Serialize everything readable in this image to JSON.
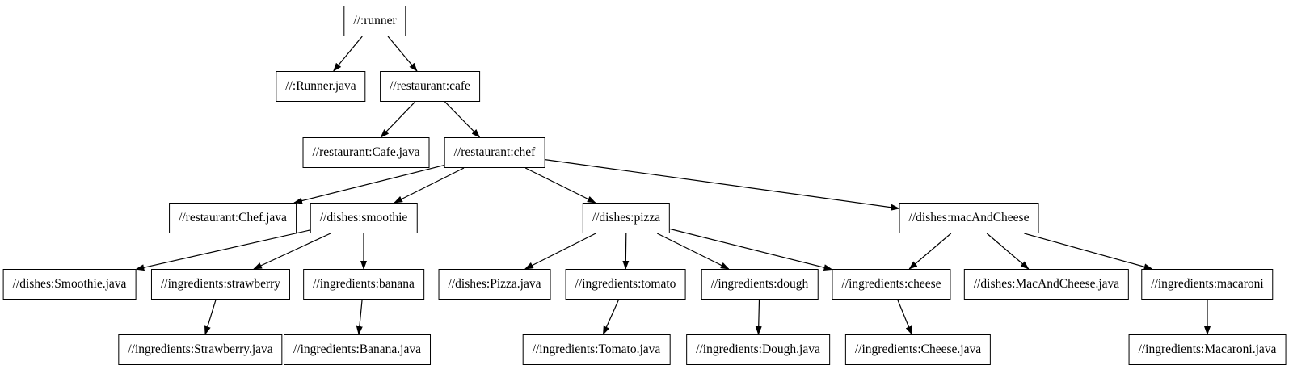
{
  "diagram": {
    "kind": "dependency-graph",
    "background_color": "#ffffff",
    "node_fill_color": "#ffffff",
    "node_border_color": "#000000",
    "edge_color": "#000000",
    "text_color": "#000000"
  },
  "nodes": [
    {
      "id": "runner",
      "label": "//:runner"
    },
    {
      "id": "runner_java",
      "label": "//:Runner.java"
    },
    {
      "id": "cafe",
      "label": "//restaurant:cafe"
    },
    {
      "id": "cafe_java",
      "label": "//restaurant:Cafe.java"
    },
    {
      "id": "chef",
      "label": "//restaurant:chef"
    },
    {
      "id": "chef_java",
      "label": "//restaurant:Chef.java"
    },
    {
      "id": "smoothie",
      "label": "//dishes:smoothie"
    },
    {
      "id": "pizza",
      "label": "//dishes:pizza"
    },
    {
      "id": "macandcheese",
      "label": "//dishes:macAndCheese"
    },
    {
      "id": "smoothie_java",
      "label": "//dishes:Smoothie.java"
    },
    {
      "id": "strawberry",
      "label": "//ingredients:strawberry"
    },
    {
      "id": "banana",
      "label": "//ingredients:banana"
    },
    {
      "id": "pizza_java",
      "label": "//dishes:Pizza.java"
    },
    {
      "id": "tomato",
      "label": "//ingredients:tomato"
    },
    {
      "id": "dough",
      "label": "//ingredients:dough"
    },
    {
      "id": "cheese",
      "label": "//ingredients:cheese"
    },
    {
      "id": "macandcheese_java",
      "label": "//dishes:MacAndCheese.java"
    },
    {
      "id": "macaroni",
      "label": "//ingredients:macaroni"
    },
    {
      "id": "strawberry_java",
      "label": "//ingredients:Strawberry.java"
    },
    {
      "id": "banana_java",
      "label": "//ingredients:Banana.java"
    },
    {
      "id": "tomato_java",
      "label": "//ingredients:Tomato.java"
    },
    {
      "id": "dough_java",
      "label": "//ingredients:Dough.java"
    },
    {
      "id": "cheese_java",
      "label": "//ingredients:Cheese.java"
    },
    {
      "id": "macaroni_java",
      "label": "//ingredients:Macaroni.java"
    }
  ],
  "edges": [
    {
      "from": "runner",
      "to": "runner_java"
    },
    {
      "from": "runner",
      "to": "cafe"
    },
    {
      "from": "cafe",
      "to": "cafe_java"
    },
    {
      "from": "cafe",
      "to": "chef"
    },
    {
      "from": "chef",
      "to": "chef_java"
    },
    {
      "from": "chef",
      "to": "smoothie"
    },
    {
      "from": "chef",
      "to": "pizza"
    },
    {
      "from": "chef",
      "to": "macandcheese"
    },
    {
      "from": "smoothie",
      "to": "smoothie_java"
    },
    {
      "from": "smoothie",
      "to": "strawberry"
    },
    {
      "from": "smoothie",
      "to": "banana"
    },
    {
      "from": "pizza",
      "to": "pizza_java"
    },
    {
      "from": "pizza",
      "to": "tomato"
    },
    {
      "from": "pizza",
      "to": "dough"
    },
    {
      "from": "pizza",
      "to": "cheese"
    },
    {
      "from": "macandcheese",
      "to": "cheese"
    },
    {
      "from": "macandcheese",
      "to": "macandcheese_java"
    },
    {
      "from": "macandcheese",
      "to": "macaroni"
    },
    {
      "from": "strawberry",
      "to": "strawberry_java"
    },
    {
      "from": "banana",
      "to": "banana_java"
    },
    {
      "from": "tomato",
      "to": "tomato_java"
    },
    {
      "from": "dough",
      "to": "dough_java"
    },
    {
      "from": "cheese",
      "to": "cheese_java"
    },
    {
      "from": "macaroni",
      "to": "macaroni_java"
    }
  ]
}
